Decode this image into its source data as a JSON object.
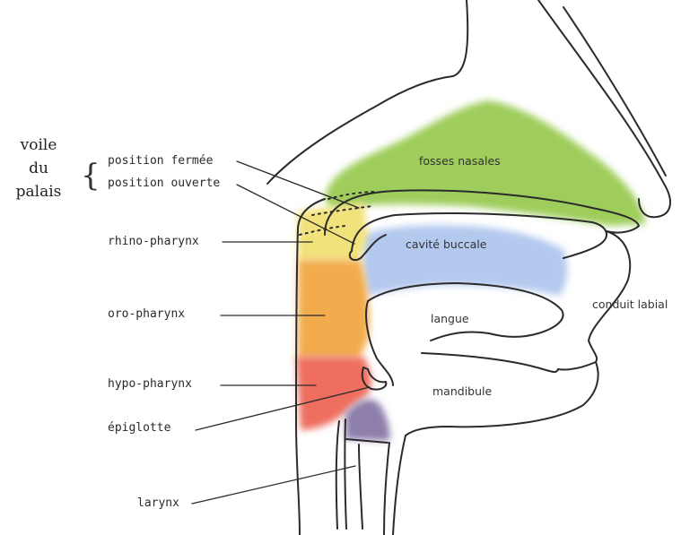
{
  "figure": {
    "soft_palate_label": {
      "line1": "voile",
      "line2": "du",
      "line3": "palais"
    },
    "soft_palate_positions": {
      "closed": "position fermée",
      "open": "position ouverte"
    },
    "pharynx_labels": {
      "rhino": "rhino-pharynx",
      "oro": "oro-pharynx",
      "hypo": "hypo-pharynx"
    },
    "other_labels": {
      "epiglottis": "épiglotte",
      "larynx": "larynx"
    },
    "region_labels": {
      "nasal_cavity": "fosses nasales",
      "oral_cavity": "cavité buccale",
      "tongue": "langue",
      "mandible": "mandibule",
      "labial_duct": "conduit labial"
    },
    "colors": {
      "nasal_cavity": "#9fcd5b",
      "oral_cavity": "#b3c9ee",
      "rhino_pharynx": "#f2e27c",
      "oro_pharynx": "#f2ac4e",
      "hypo_pharynx": "#ee6e5e",
      "larynx_region": "#8d7eab",
      "outline": "#2b2b2b"
    }
  }
}
